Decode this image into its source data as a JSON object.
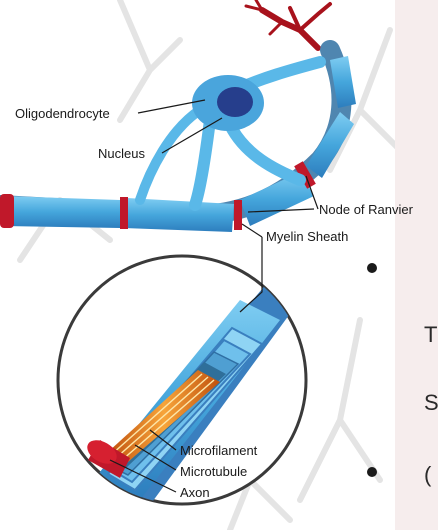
{
  "diagram": {
    "labels": {
      "oligodendrocyte": "Oligodendrocyte",
      "nucleus": "Nucleus",
      "node_of_ranvier": "Node of Ranvier",
      "myelin_sheath": "Myelin Sheath",
      "microfilament": "Microfilament",
      "microtubule": "Microtubule",
      "axon": "Axon"
    }
  },
  "side_fragment": {
    "letters": [
      "T",
      "S",
      "("
    ]
  },
  "colors": {
    "myelin_light": "#5ab8e8",
    "myelin_dark": "#2f7fc0",
    "axon_steel": "#4f86b0",
    "node_red": "#c0182a",
    "dendrite_red": "#a8121c",
    "core_orange": "#f08a1c",
    "circle_outline": "#3a3a3a"
  }
}
